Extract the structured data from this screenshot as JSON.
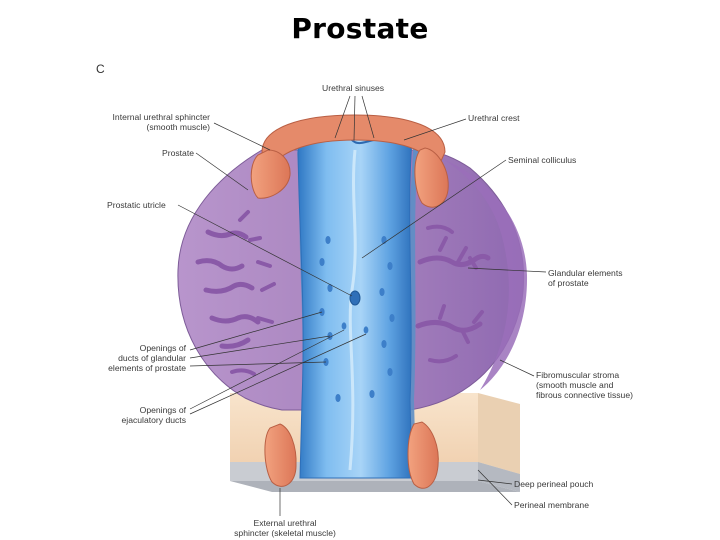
{
  "title": "Prostate",
  "panel_letter": "C",
  "labels": {
    "urethral_sinuses": "Urethral sinuses",
    "internal_sphincter_1": "Internal urethral sphincter",
    "internal_sphincter_2": "(smooth muscle)",
    "prostate": "Prostate",
    "prostatic_utricle": "Prostatic utricle",
    "openings_glandular_1": "Openings of",
    "openings_glandular_2": "ducts of glandular",
    "openings_glandular_3": "elements of prostate",
    "openings_ejaculatory_1": "Openings of",
    "openings_ejaculatory_2": "ejaculatory ducts",
    "external_sphincter_1": "External urethral",
    "external_sphincter_2": "sphincter (skeletal muscle)",
    "urethral_crest": "Urethral crest",
    "seminal_colliculus": "Seminal colliculus",
    "glandular_elements_1": "Glandular elements",
    "glandular_elements_2": "of prostate",
    "fibromuscular_1": "Fibromuscular stroma",
    "fibromuscular_2": "(smooth muscle and",
    "fibromuscular_3": "fibrous connective tissue)",
    "deep_perineal_pouch": "Deep perineal pouch",
    "perineal_membrane": "Perineal membrane"
  },
  "colors": {
    "prostate": "#a985bf",
    "prostate_dark": "#8b68a6",
    "prostate_right": "#9a6fba",
    "glands": "#8a5aa8",
    "urethra": "#6aaee6",
    "urethra_dark": "#3f86cf",
    "sphincter": "#e58a6a",
    "pouch": "#f5dcc0",
    "membrane": "#c9ccd2",
    "leader": "#333333"
  }
}
